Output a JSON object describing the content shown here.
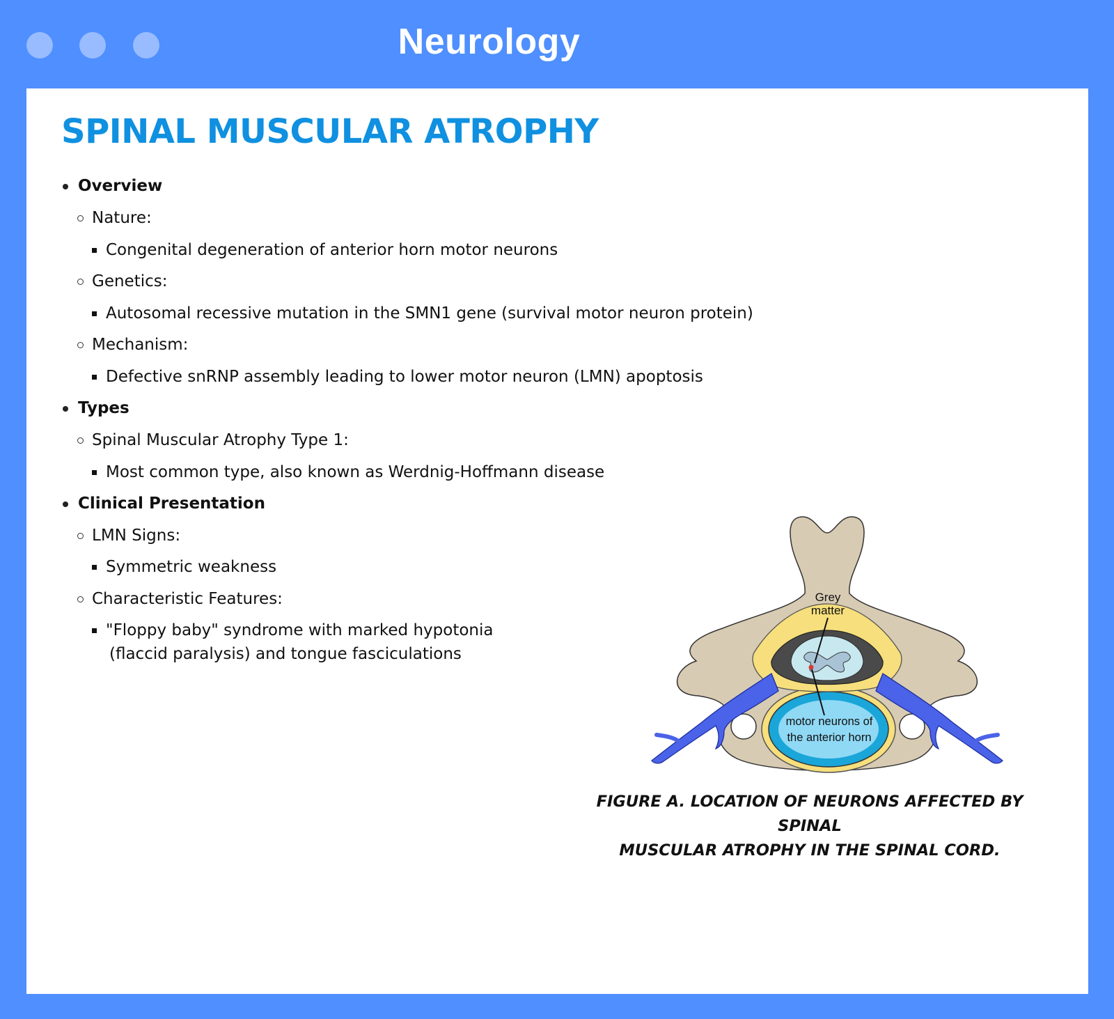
{
  "window": {
    "title": "Neurology",
    "controls": [
      "window-dot-1",
      "window-dot-2",
      "window-dot-3"
    ]
  },
  "document": {
    "title": "SPINAL MUSCULAR ATROPHY",
    "sections": [
      {
        "heading": "Overview",
        "items": [
          {
            "label": "Nature:",
            "details": [
              "Congenital degeneration of anterior horn motor neurons"
            ]
          },
          {
            "label": "Genetics:",
            "details": [
              "Autosomal recessive mutation in the SMN1 gene (survival motor neuron protein)"
            ]
          },
          {
            "label": "Mechanism:",
            "details": [
              "Defective snRNP assembly leading to lower motor neuron (LMN) apoptosis"
            ]
          }
        ]
      },
      {
        "heading": "Types",
        "items": [
          {
            "label": "Spinal Muscular Atrophy Type 1:",
            "details": [
              "Most common type, also known as Werdnig-Hoffmann disease"
            ]
          }
        ]
      },
      {
        "heading": "Clinical Presentation",
        "items": [
          {
            "label": "LMN Signs:",
            "details": [
              "Symmetric weakness"
            ]
          },
          {
            "label": "Characteristic Features:",
            "details": [
              "\"Floppy baby\" syndrome with marked hypotonia",
              "(flaccid paralysis) and tongue fasciculations"
            ]
          }
        ]
      }
    ]
  },
  "figure": {
    "label_grey_1": "Grey",
    "label_grey_2": "matter",
    "label_motor_1": "motor neurons of",
    "label_motor_2": "the anterior horn",
    "caption_line1": "FIGURE A. LOCATION OF NEURONS AFFECTED BY SPINAL",
    "caption_line2": "MUSCULAR ATROPHY IN THE SPINAL CORD.",
    "colors": {
      "bone": "#d8cbb3",
      "dura": "#f6df7c",
      "vessel": "#4a63e8",
      "canal": "#1aa6d8",
      "canal_inner": "#8fd9f5",
      "cord": "#c8e8f0"
    }
  }
}
